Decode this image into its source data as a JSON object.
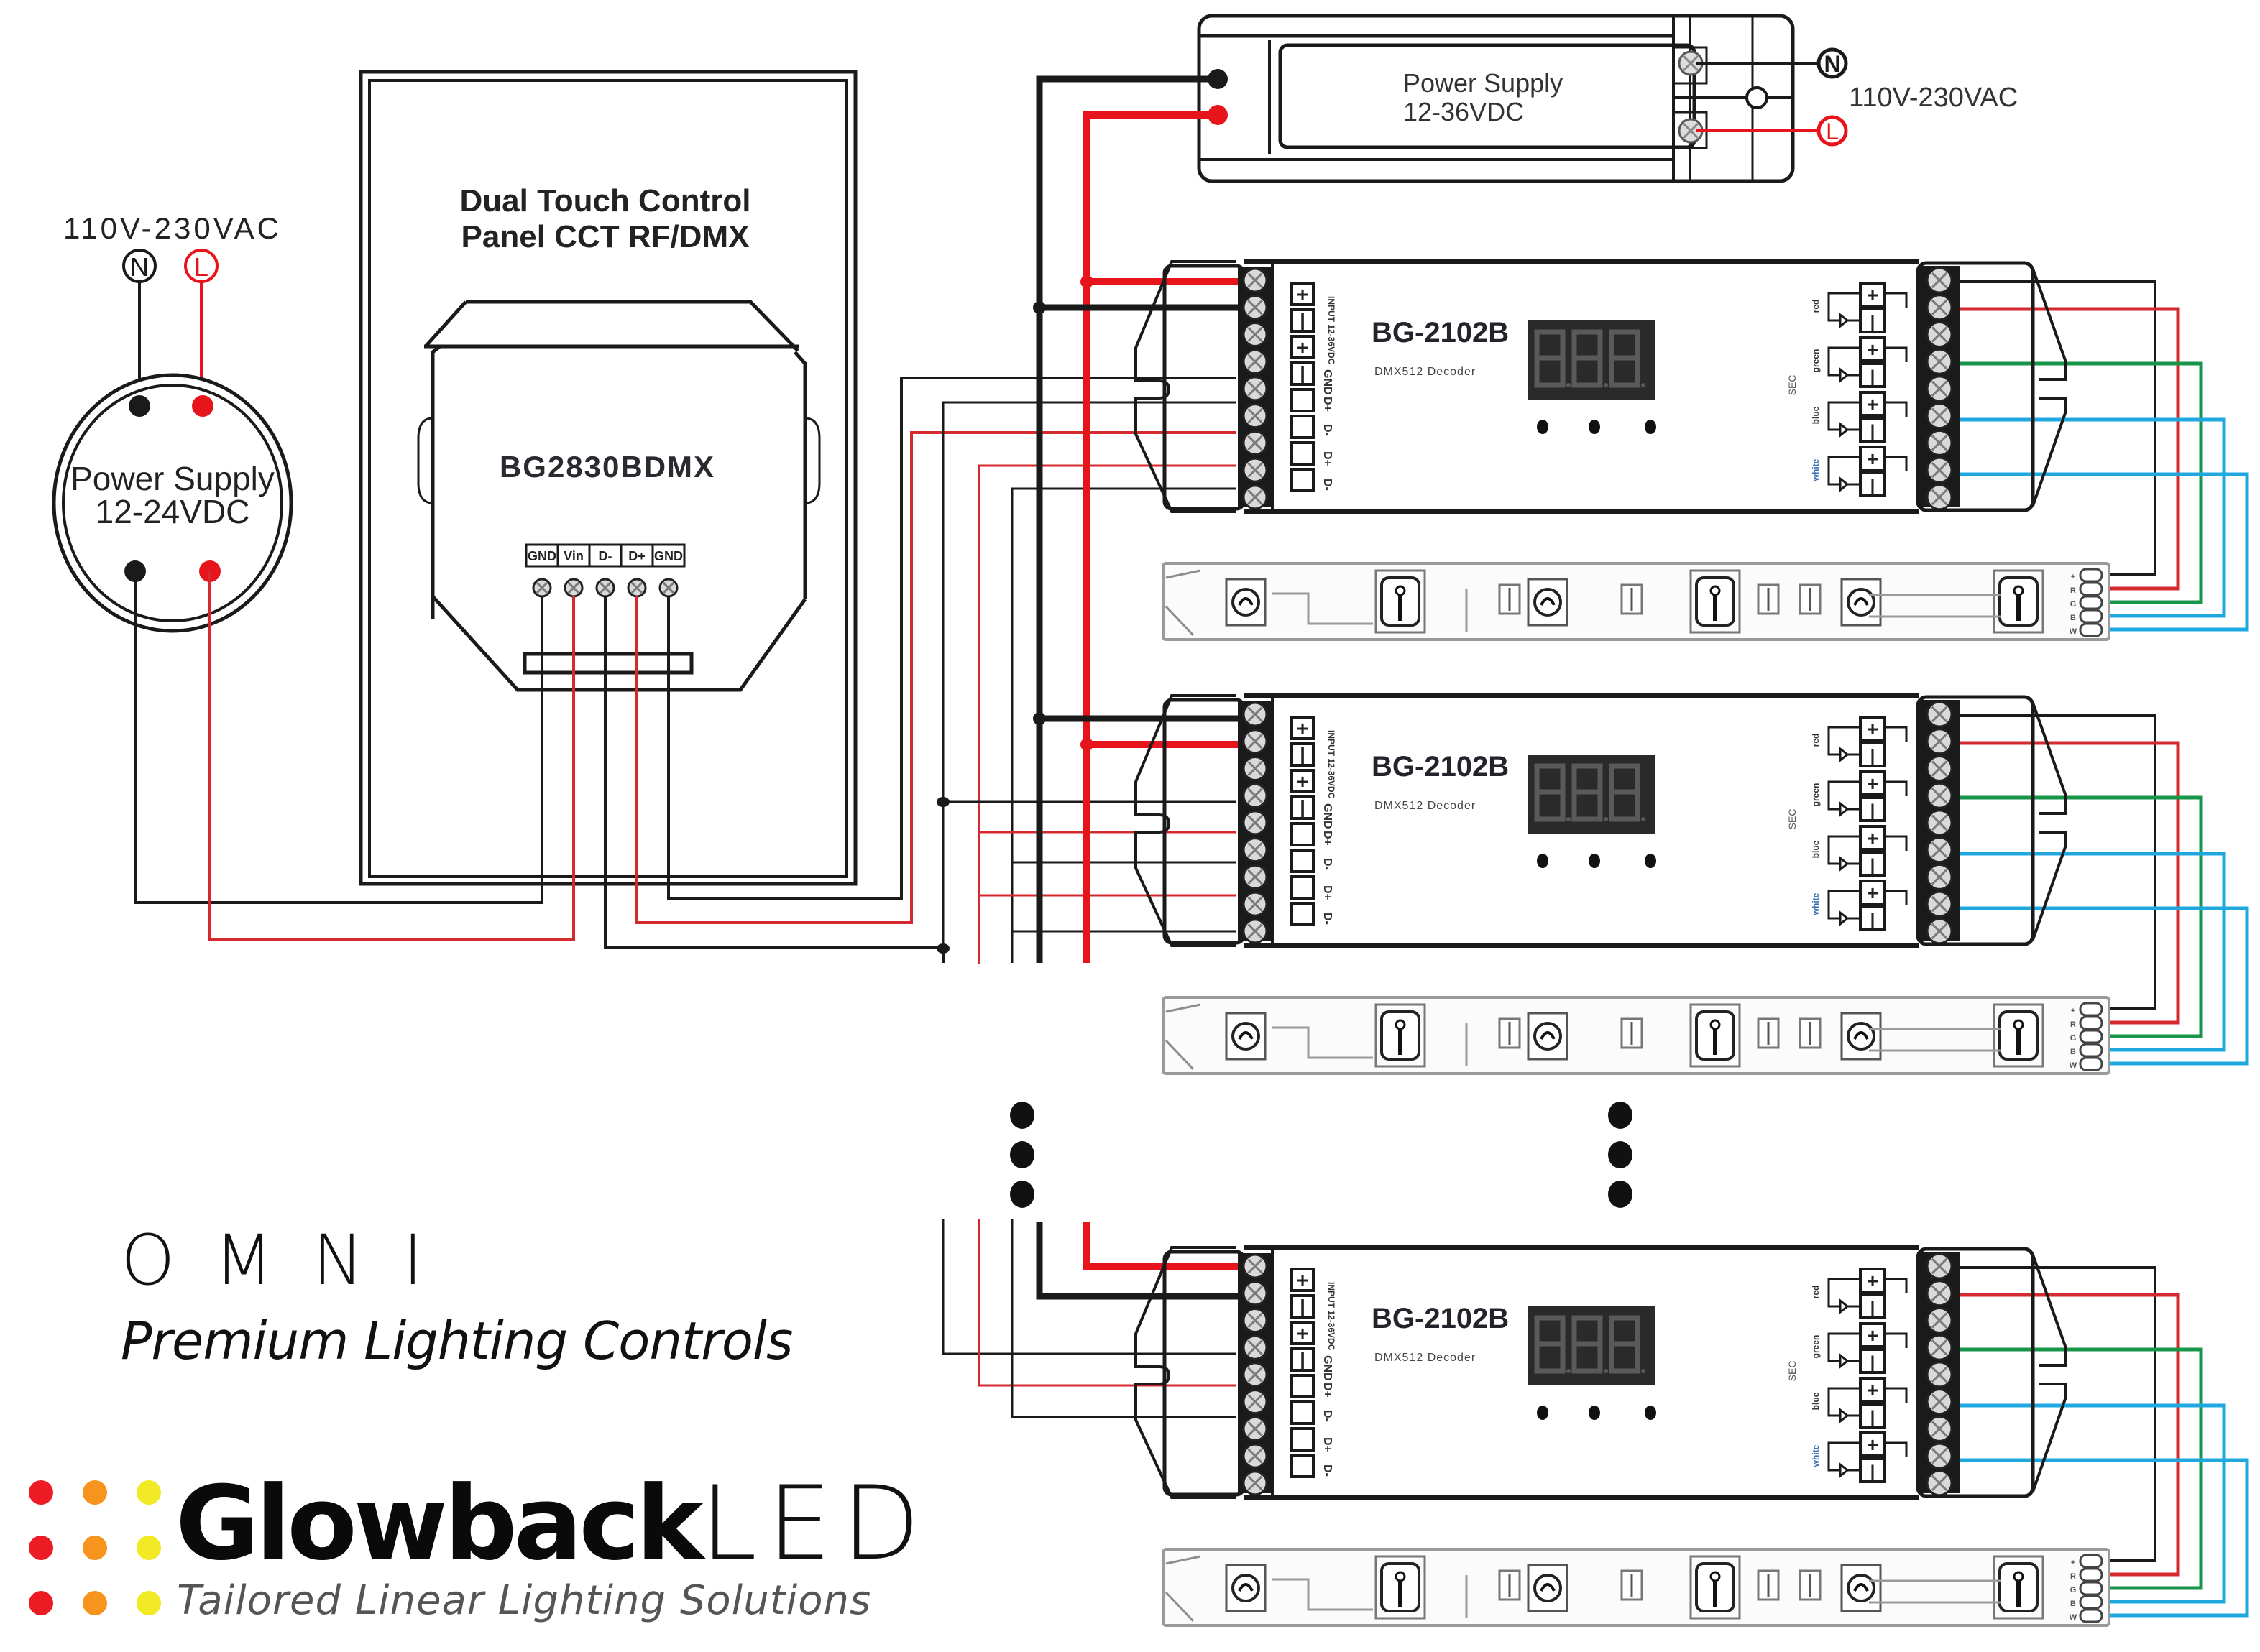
{
  "colors": {
    "wire_black": "#1a1a1a",
    "wire_red": "#e8141c",
    "wire_red_thin": "#d42a2f",
    "wire_green": "#17964a",
    "wire_blue": "#1fa8e0",
    "display_bg": "#2a2a2a",
    "display_seg": "#5a5a5a",
    "dot_red": "#ed1c24",
    "dot_orange": "#f7941d",
    "dot_yellow": "#f2ea24"
  },
  "mains_left": {
    "voltage_label": "110V-230VAC",
    "neutral_symbol": "N",
    "live_symbol": "L"
  },
  "power_supply_left": {
    "line1": "Power Supply",
    "line2": "12-24VDC"
  },
  "touch_panel": {
    "title_line1": "Dual Touch Control",
    "title_line2": "Panel CCT RF/DMX",
    "model": "BG2830BDMX",
    "terminals": [
      "GND",
      "Vin",
      "D-",
      "D+",
      "GND"
    ]
  },
  "power_supply_top": {
    "line1": "Power Supply",
    "line2": "12-36VDC",
    "mains_label": "110V-230VAC",
    "neutral_symbol": "N",
    "live_symbol": "L"
  },
  "decoders": [
    {
      "model": "BG-2102B",
      "subtitle": "DMX512 Decoder",
      "display": "8.8.8.",
      "input_label": "INPUT 12-36VDC",
      "input_terminals": [
        "+",
        "-",
        "+",
        "-",
        "",
        "",
        "",
        ""
      ],
      "dmx_labels": [
        "GND",
        "D+",
        "D-",
        "D+",
        "D-"
      ],
      "output_group_label": "SEC",
      "output_channels": [
        "red",
        "green",
        "blue",
        "white"
      ],
      "output_terminals": [
        "+",
        "-",
        "+",
        "-",
        "+",
        "-",
        "+",
        "-"
      ]
    },
    {
      "model": "BG-2102B",
      "subtitle": "DMX512 Decoder",
      "display": "8.8.8.",
      "input_label": "INPUT 12-36VDC",
      "input_terminals": [
        "+",
        "-",
        "+",
        "-",
        "",
        "",
        "",
        ""
      ],
      "dmx_labels": [
        "GND",
        "D+",
        "D-",
        "D+",
        "D-"
      ],
      "output_group_label": "SEC",
      "output_channels": [
        "red",
        "green",
        "blue",
        "white"
      ],
      "output_terminals": [
        "+",
        "-",
        "+",
        "-",
        "+",
        "-",
        "+",
        "-"
      ]
    },
    {
      "model": "BG-2102B",
      "subtitle": "DMX512 Decoder",
      "display": "8.8.8.",
      "input_label": "INPUT 12-36VDC",
      "input_terminals": [
        "+",
        "-",
        "+",
        "-",
        "",
        "",
        "",
        ""
      ],
      "dmx_labels": [
        "GND",
        "D+",
        "D-",
        "D+",
        "D-"
      ],
      "output_group_label": "SEC",
      "output_channels": [
        "red",
        "green",
        "blue",
        "white"
      ],
      "output_terminals": [
        "+",
        "-",
        "+",
        "-",
        "+",
        "-",
        "+",
        "-"
      ]
    }
  ],
  "led_strips": [
    {
      "pads": [
        "+",
        "R",
        "G",
        "B",
        "W"
      ]
    },
    {
      "pads": [
        "+",
        "R",
        "G",
        "B",
        "W"
      ]
    },
    {
      "pads": [
        "+",
        "R",
        "G",
        "B",
        "W"
      ]
    }
  ],
  "continuation_icon": "vertical-ellipsis",
  "branding": {
    "series_name": "OMNI",
    "series_tagline": "Premium Lighting Controls",
    "company_bold": "Glowback",
    "company_light": "LED",
    "company_tagline": "Tailored Linear Lighting Solutions"
  }
}
